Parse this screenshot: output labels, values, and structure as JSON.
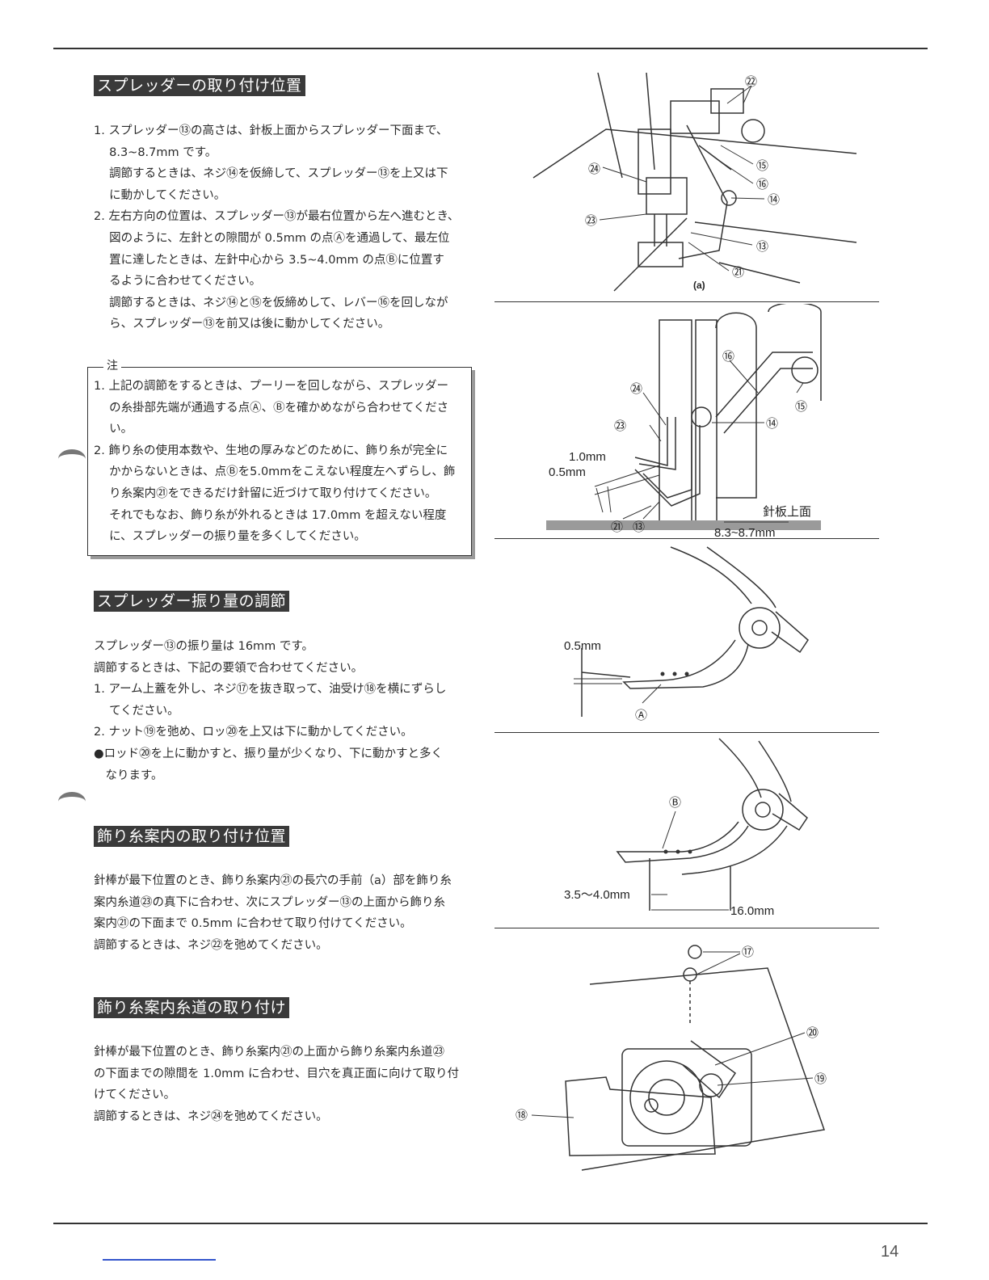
{
  "sections": {
    "s1": {
      "heading": "スプレッダーの取り付け位置",
      "lines": [
        "1. スプレッダー⑬の高さは、針板上面からスプレッダー下面まで、",
        "　 8.3~8.7mm です。",
        "　 調節するときは、ネジ⑭を仮締して、スプレッダー⑬を上又は下",
        "　 に動かしてください。",
        "2. 左右方向の位置は、スプレッダー⑬が最右位置から左へ進むとき、",
        "　 図のように、左針との隙間が 0.5mm の点Ⓐを通過して、最左位",
        "　 置に達したときは、左針中心から 3.5~4.0mm の点Ⓑに位置す",
        "　 るように合わせてください。",
        "　 調節するときは、ネジ⑭と⑮を仮締めして、レバー⑯を回しなが",
        "　 ら、スプレッダー⑬を前又は後に動かしてください。"
      ]
    },
    "note": {
      "label": "注",
      "lines": [
        "1. 上記の調節をするときは、プーリーを回しながら、スプレッダー",
        "　 の糸掛部先端が通過する点Ⓐ、Ⓑを確かめながら合わせてくださ",
        "　 い。",
        "2. 飾り糸の使用本数や、生地の厚みなどのために、飾り糸が完全に",
        "　 かからないときは、点Ⓑを5.0mmをこえない程度左へずらし、飾",
        "　 り糸案内㉑をできるだけ針留に近づけて取り付けてください。",
        "　 それでもなお、飾り糸が外れるときは 17.0mm を超えない程度",
        "　 に、スプレッダーの振り量を多くしてください。"
      ]
    },
    "s2": {
      "heading": "スプレッダー振り量の調節",
      "lines": [
        "スプレッダー⑬の振り量は 16mm です。",
        "調節するときは、下記の要領で合わせてください。",
        "1. アーム上蓋を外し、ネジ⑰を抜き取って、油受け⑱を横にずらし",
        "　 てください。",
        "2. ナット⑲を弛め、ロッ⑳を上又は下に動かしてください。",
        "●ロッド⑳を上に動かすと、振り量が少くなり、下に動かすと多く",
        "　なります。"
      ]
    },
    "s3": {
      "heading": "飾り糸案内の取り付け位置",
      "lines": [
        "針棒が最下位置のとき、飾り糸案内㉑の長穴の手前（a）部を飾り糸",
        "案内糸道㉓の真下に合わせ、次にスプレッダー⑬の上面から飾り糸",
        "案内㉑の下面まで 0.5mm に合わせて取り付けてください。",
        "調節するときは、ネジ㉒を弛めてください。"
      ]
    },
    "s4": {
      "heading": "飾り糸案内糸道の取り付け",
      "lines": [
        "針棒が最下位置のとき、飾り糸案内㉑の上面から飾り糸案内糸道㉓",
        "の下面までの隙間を 1.0mm に合わせ、目穴を真正面に向けて取り付",
        "けてください。",
        "調節するときは、ネジ㉔を弛めてください。"
      ]
    }
  },
  "figures": {
    "fig1": {
      "labels": [
        "㉒",
        "㉔",
        "⑮",
        "⑯",
        "⑭",
        "㉓",
        "⑬",
        "㉑",
        "(a)"
      ]
    },
    "fig2": {
      "labels": [
        "⑯",
        "⑮",
        "㉔",
        "⑭",
        "㉓",
        "1.0mm",
        "0.5mm",
        "針板上面",
        "㉑",
        "⑬",
        "8.3~8.7mm"
      ]
    },
    "fig3": {
      "labels": [
        "0.5mm",
        "Ⓐ"
      ]
    },
    "fig4": {
      "labels": [
        "Ⓑ",
        "3.5～4.0mm",
        "16.0mm"
      ]
    },
    "fig5": {
      "labels": [
        "⑰",
        "⑳",
        "⑲",
        "⑱"
      ]
    }
  },
  "page_number": "14"
}
